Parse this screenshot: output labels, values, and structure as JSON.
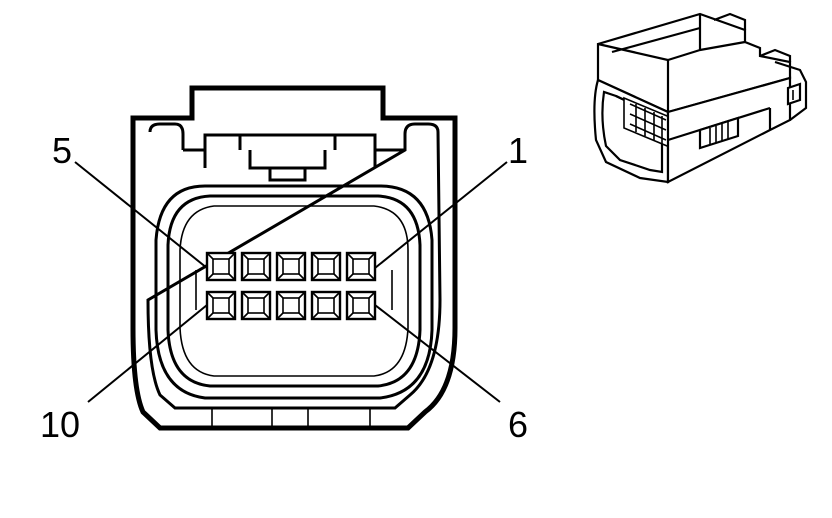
{
  "pin_labels": {
    "pin_1": "1",
    "pin_5": "5",
    "pin_6": "6",
    "pin_10": "10"
  },
  "connector": {
    "cavity_rows": 2,
    "cavities_per_row": 5,
    "line_color": "#000000",
    "background": "#ffffff"
  }
}
